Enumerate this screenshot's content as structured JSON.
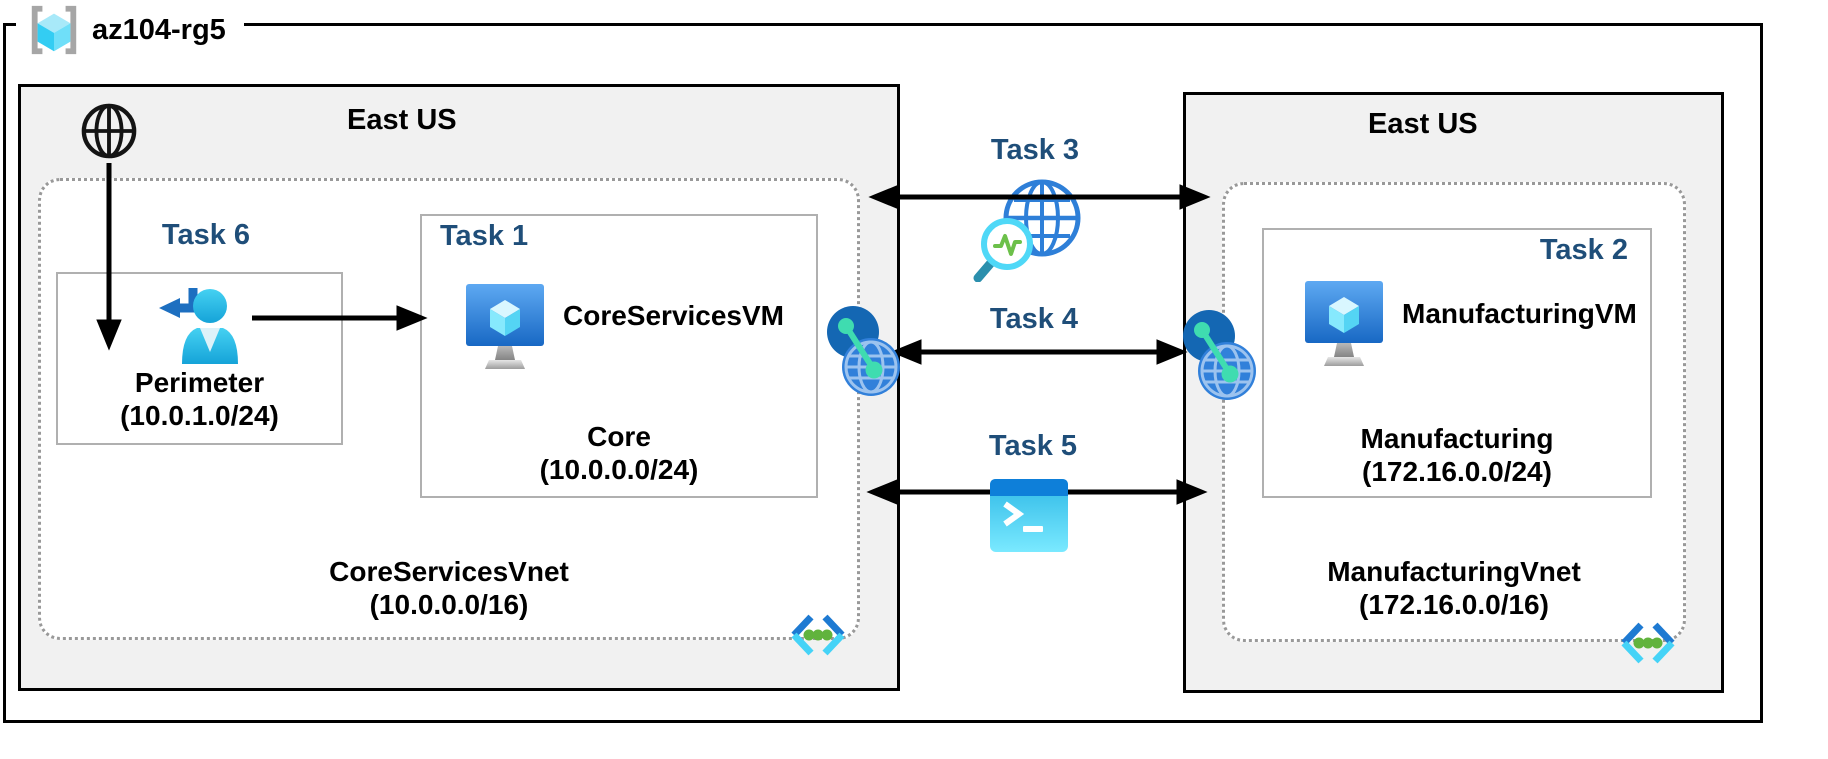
{
  "rg": {
    "label": "az104-rg5"
  },
  "left": {
    "region_title": "East US",
    "task6_label": "Task 6",
    "perimeter": {
      "name": "Perimeter",
      "cidr": "(10.0.1.0/24)"
    },
    "task1_label": "Task 1",
    "vm_name": "CoreServicesVM",
    "subnet": {
      "name": "Core",
      "cidr": "(10.0.0.0/24)"
    },
    "vnet": {
      "name": "CoreServicesVnet",
      "cidr": "(10.0.0.0/16)"
    }
  },
  "middle": {
    "task3_label": "Task 3",
    "task4_label": "Task 4",
    "task5_label": "Task 5"
  },
  "right": {
    "region_title": "East US",
    "task2_label": "Task 2",
    "vm_name": "ManufacturingVM",
    "subnet": {
      "name": "Manufacturing",
      "cidr": "(172.16.0.0/24)"
    },
    "vnet": {
      "name": "ManufacturingVnet",
      "cidr": "(172.16.0.0/16)"
    }
  },
  "icons": {
    "resource_group": "resource-group-icon",
    "internet": "internet-globe-icon",
    "user": "user-return-icon",
    "vm": "virtual-machine-icon",
    "peering": "vnet-peering-icon",
    "network_watcher": "network-watcher-icon",
    "cloud_shell": "cloud-shell-icon",
    "vnet": "virtual-network-icon"
  },
  "colors": {
    "task_label": "#1F4E79",
    "region_bg": "#F1F1F1",
    "azure_blue": "#0078D4",
    "cyan": "#50E6FF",
    "mint": "#3FDCB0",
    "arrow": "#000000"
  }
}
